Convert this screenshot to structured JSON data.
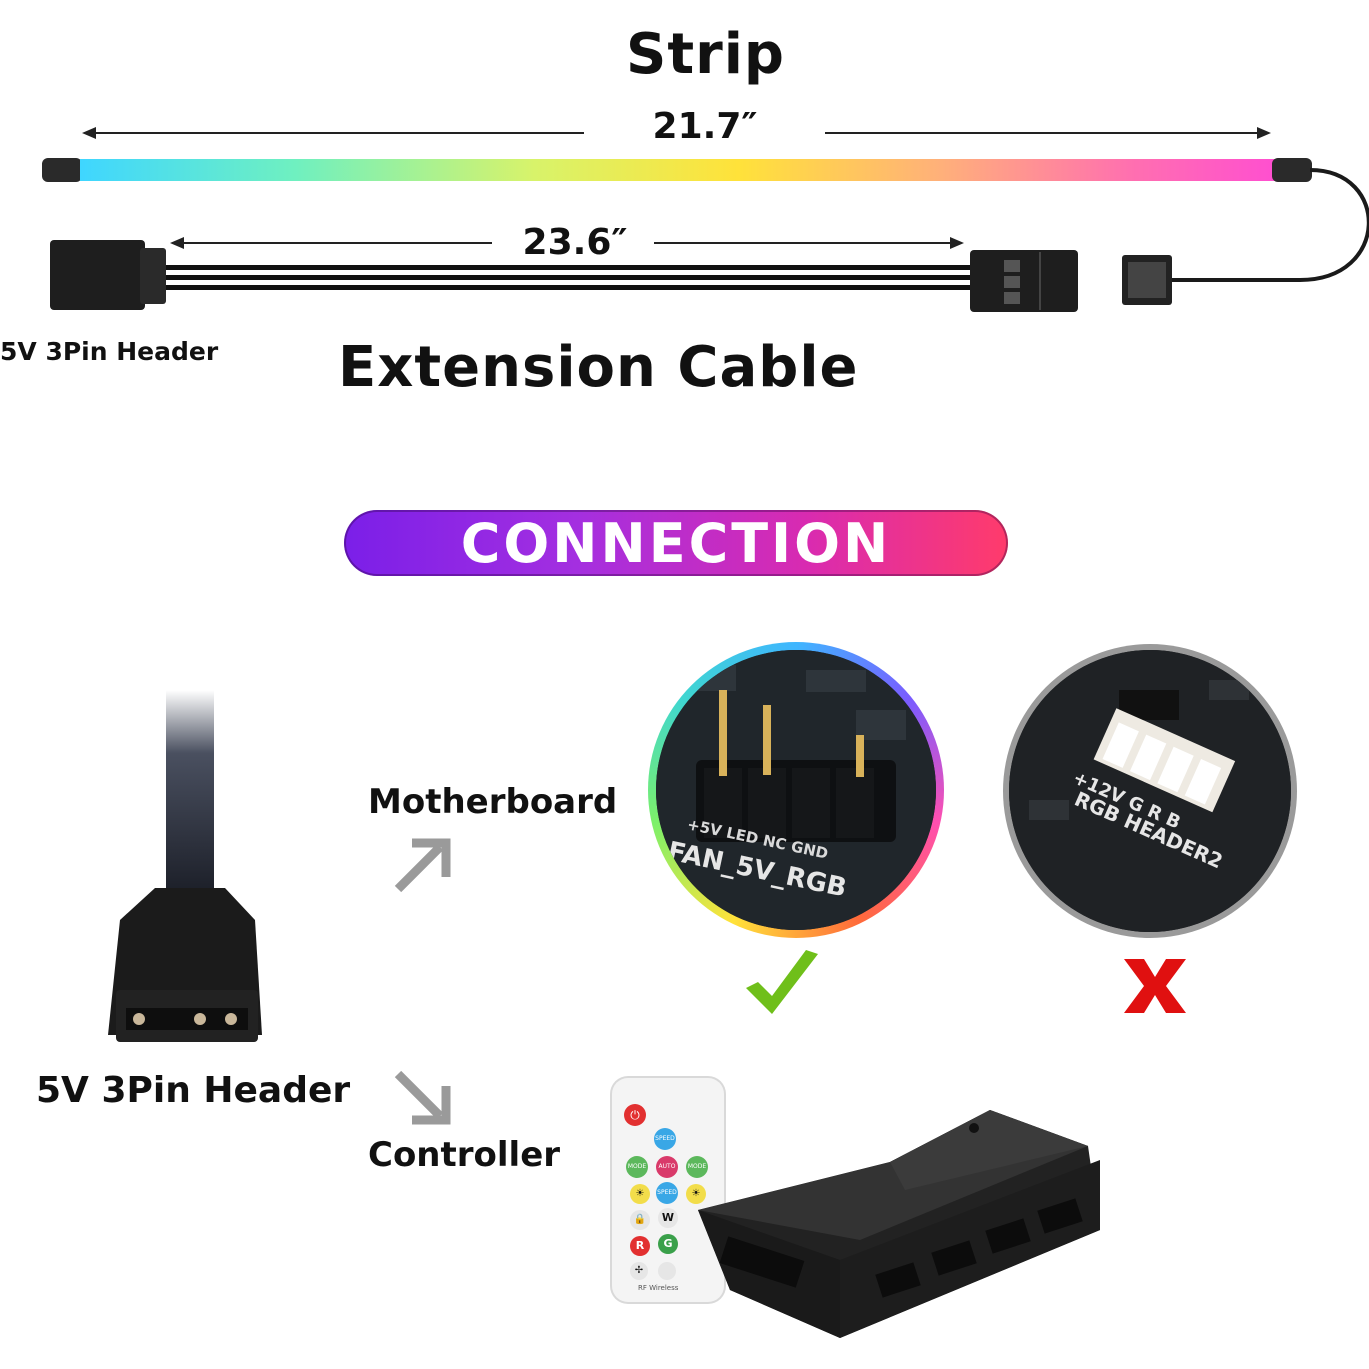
{
  "strip": {
    "title": "Strip",
    "length_label": "21.7″"
  },
  "extension": {
    "title": "Extension Cable",
    "length_label": "23.6″",
    "header_label": "5V 3Pin Header"
  },
  "connection": {
    "banner": "CONNECTION",
    "header_label": "5V 3Pin Header",
    "motherboard_label": "Motherboard",
    "controller_label": "Controller",
    "good_header_pins": "+5V LED NC GND",
    "good_header_name": "FAN_5V_RGB",
    "bad_header_pins": "+12V G R B",
    "bad_header_name": "RGB HEADER2",
    "remote_caption": "RF Wireless",
    "remote_buttons": [
      "SPEED",
      "MODE",
      "AUTO",
      "MODE",
      "SPEED",
      "W",
      "R",
      "G"
    ]
  },
  "colors": {
    "check": "#6fbf1a",
    "cross": "#e01010",
    "pill_start": "#7b1fe8",
    "pill_end": "#ff3b6b"
  },
  "icons": {
    "check": "check-icon",
    "cross": "cross-icon",
    "arrow_up": "arrow-up-right-icon",
    "arrow_down": "arrow-down-right-icon"
  }
}
